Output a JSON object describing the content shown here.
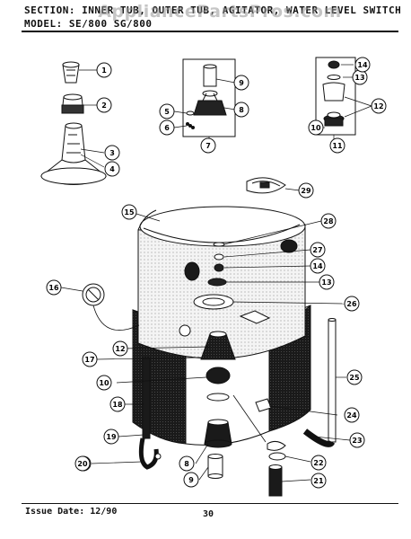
{
  "header": {
    "section_line": "SECTION: INNER TUB, OUTER TUB, AGITATOR, WATER LEVEL SWITCH",
    "model_line": "MODEL: SE/800  SG/800"
  },
  "watermark": "AppliancePartsPros.com",
  "footer": {
    "issue_date": "Issue Date: 12/90",
    "page_number": "30"
  },
  "callouts": [
    "1",
    "2",
    "3",
    "4",
    "5",
    "6",
    "7",
    "8",
    "9",
    "10",
    "11",
    "12",
    "13",
    "14",
    "15",
    "16",
    "17",
    "18",
    "19",
    "20",
    "21",
    "22",
    "23",
    "24",
    "25",
    "26",
    "27",
    "28",
    "29"
  ],
  "colors": {
    "ink": "#111111",
    "stipple": "#dcdcdc",
    "dark": "#1a1a1a"
  }
}
